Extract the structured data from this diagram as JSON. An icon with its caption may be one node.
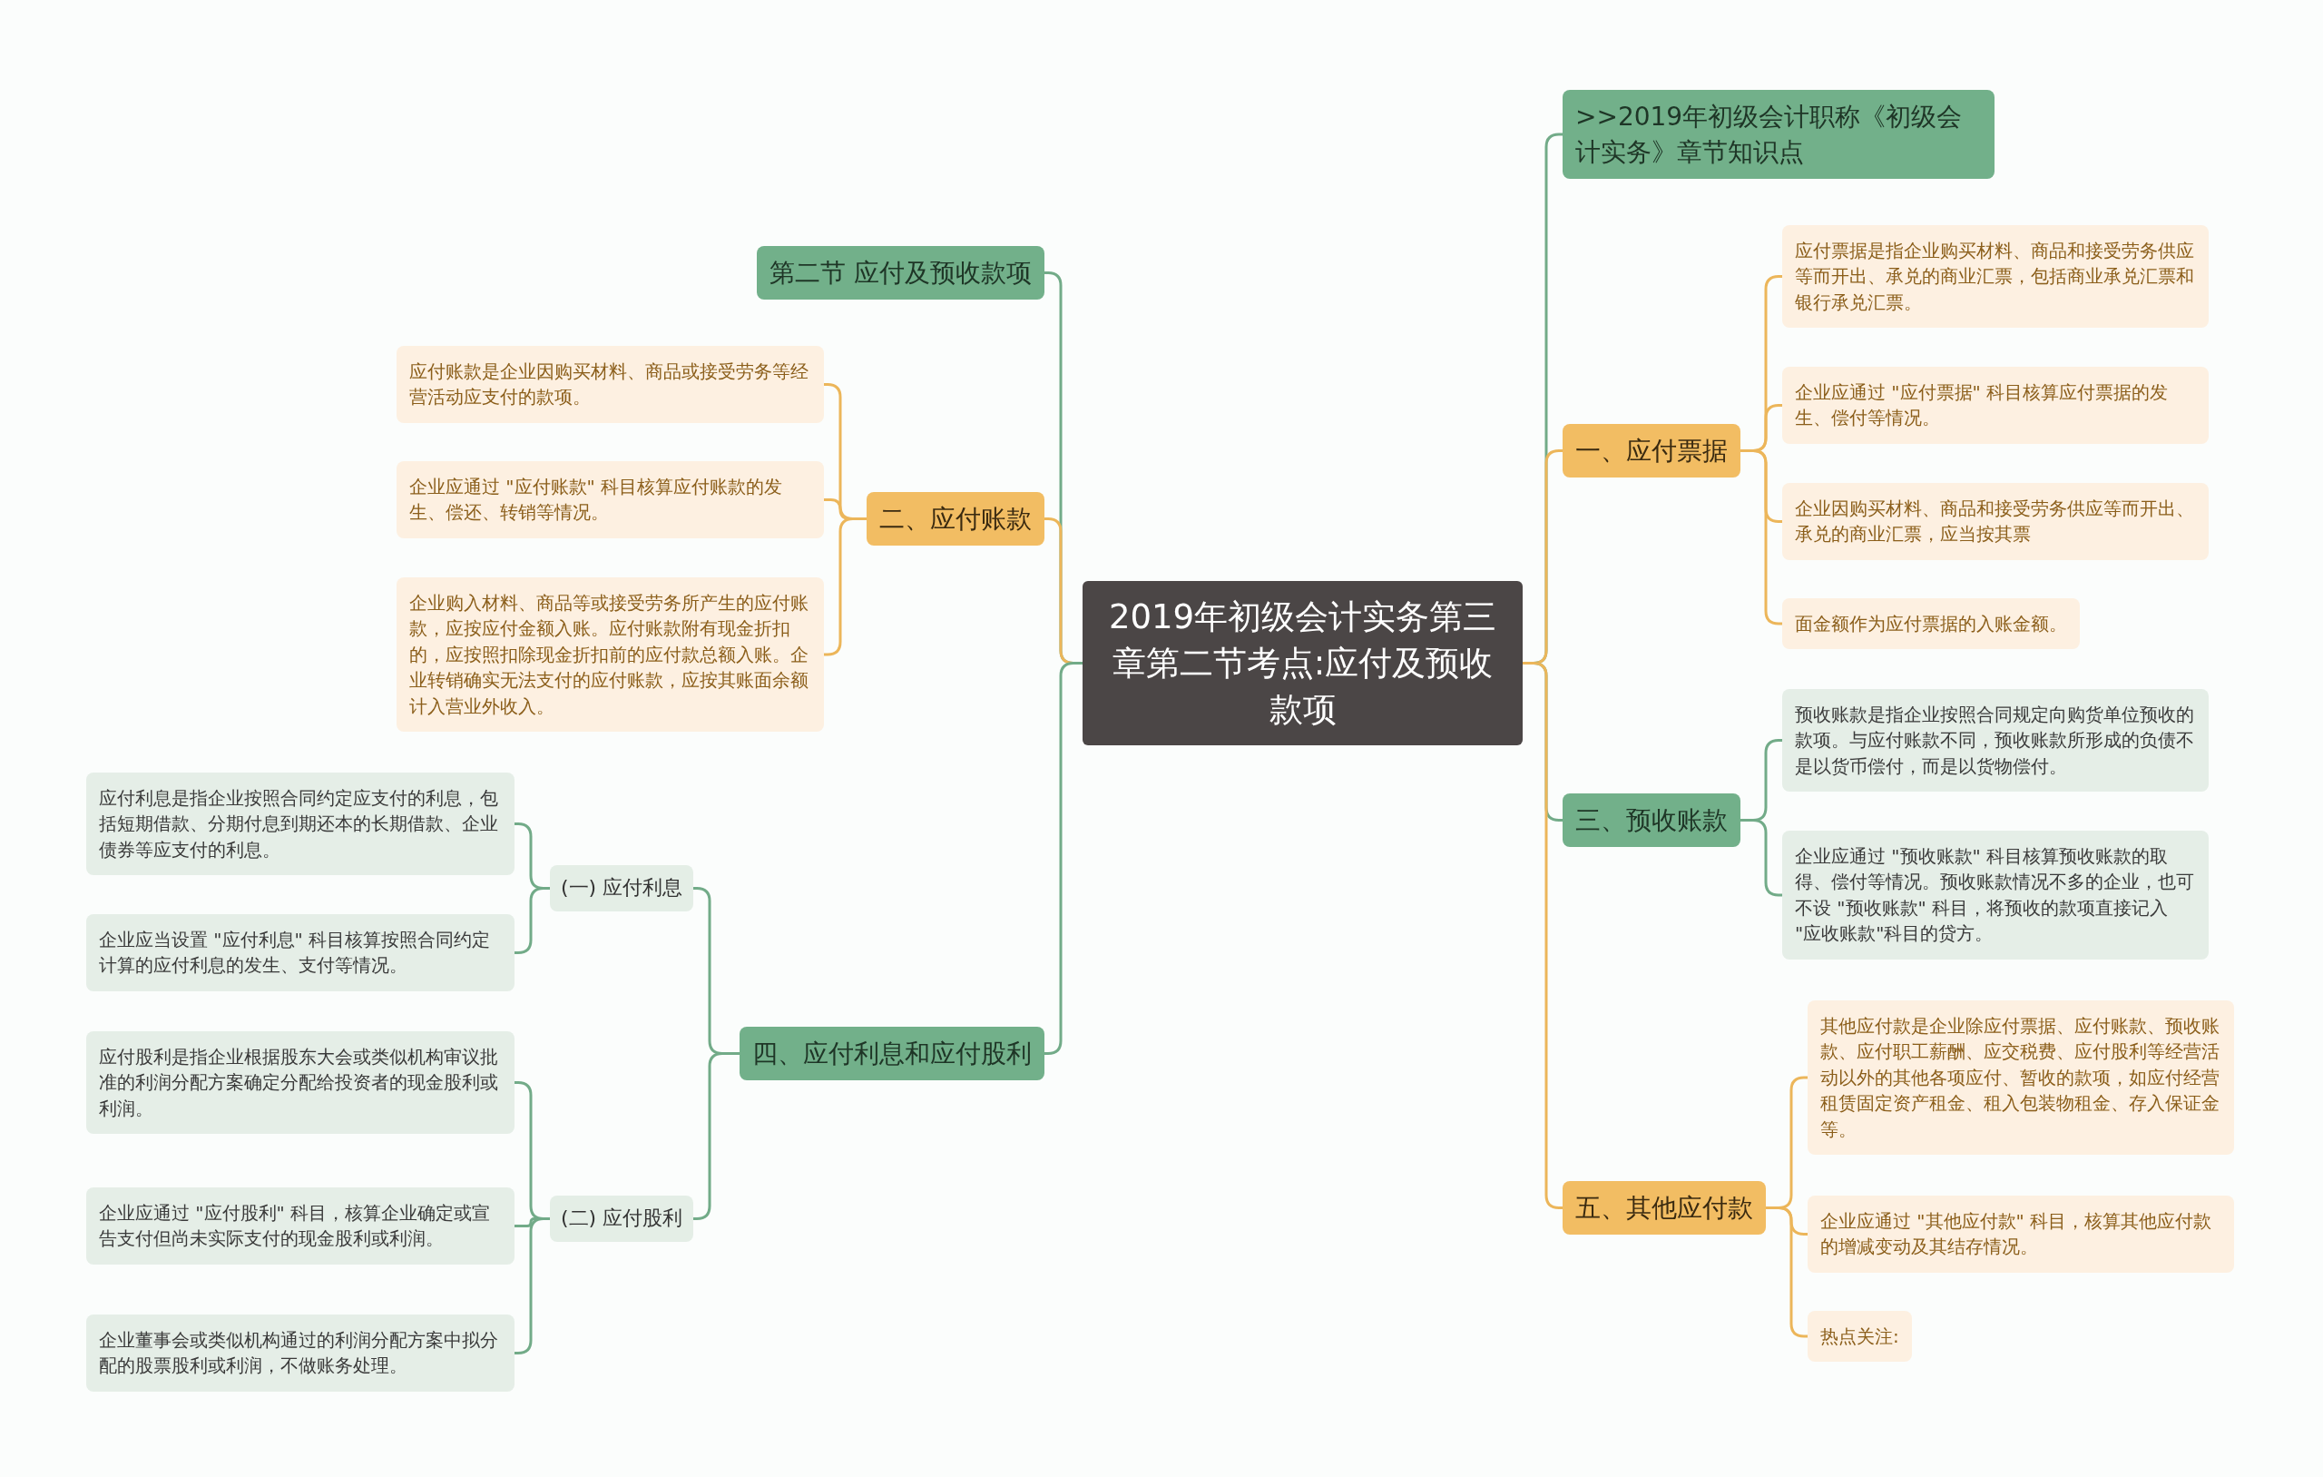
{
  "diagram": {
    "nodes": [
      {
        "text": [
          "2019年初级会计实务第三章第二节考点:应付及预收款项"
        ]
      },
      {
        "text": [
          "第二节 应付及预收款项"
        ]
      },
      {
        "text": [
          "二、应付账款"
        ]
      },
      {
        "text": [
          "应付账款是企业因购买材料、商品或接受劳务等经营活动应支付的款项。"
        ]
      },
      {
        "text": [
          "企业应通过 \"应付账款\" 科目核算应付账款的发生、偿还、转销等情况。"
        ]
      },
      {
        "text": [
          "企业购入材料、商品等或接受劳务所产生的应付账款，应按应付金额入账。应付账款附有现金折扣的，应按照扣除现金折扣前的应付款总额入账。企业转销确实无法支付的应付账款，应按其账面余额计入营业外收入。"
        ]
      },
      {
        "text": [
          "四、应付利息和应付股利"
        ]
      },
      {
        "text": [
          "(一) 应付利息"
        ]
      },
      {
        "text": [
          "应付利息是指企业按照合同约定应支付的利息，包括短期借款、分期付息到期还本的长期借款、企业债券等应支付的利息。"
        ]
      },
      {
        "text": [
          "企业应当设置 \"应付利息\" 科目核算按照合同约定计算的应付利息的发生、支付等情况。"
        ]
      },
      {
        "text": [
          "(二) 应付股利"
        ]
      },
      {
        "text": [
          "应付股利是指企业根据股东大会或类似机构审议批准的利润分配方案确定分配给投资者的现金股利或利润。"
        ]
      },
      {
        "text": [
          "企业应通过 \"应付股利\" 科目，核算企业确定或宣告支付但尚未实际支付的现金股利或利润。"
        ]
      },
      {
        "text": [
          "企业董事会或类似机构通过的利润分配方案中拟分配的股票股利或利润，不做账务处理。"
        ]
      },
      {
        "text": [
          ">>2019年初级会计职称《初级会计实务》章节知识点"
        ]
      },
      {
        "text": [
          "一、应付票据"
        ]
      },
      {
        "text": [
          "应付票据是指企业购买材料、商品和接受劳务供应等而开出、承兑的商业汇票，包括商业承兑汇票和银行承兑汇票。"
        ]
      },
      {
        "text": [
          "企业应通过 \"应付票据\" 科目核算应付票据的发生、偿付等情况。"
        ]
      },
      {
        "text": [
          "企业因购买材料、商品和接受劳务供应等而开出、承兑的商业汇票，应当按其票"
        ]
      },
      {
        "text": [
          "面金额作为应付票据的入账金额。"
        ]
      },
      {
        "text": [
          "三、预收账款"
        ]
      },
      {
        "text": [
          "预收账款是指企业按照合同规定向购货单位预收的款项。与应付账款不同，预收账款所形成的负债不是以货币偿付，而是以货物偿付。"
        ]
      },
      {
        "text": [
          "企业应通过 \"预收账款\" 科目核算预收账款的取得、偿付等情况。预收账款情况不多的企业，也可不设 \"预收账款\" 科目，将预收的款项直接记入 \"应收账款\"科目的贷方。"
        ]
      },
      {
        "text": [
          "五、其他应付款"
        ]
      },
      {
        "text": [
          "其他应付款是企业除应付票据、应付账款、预收账款、应付职工薪酬、应交税费、应付股利等经营活动以外的其他各项应付、暂收的款项，如应付经营租赁固定资产租金、租入包装物租金、存入保证金等。"
        ]
      },
      {
        "text": [
          "企业应通过 \"其他应付款\" 科目，核算其他应付款的增减变动及其结存情况。"
        ]
      },
      {
        "text": [
          "热点关注:"
        ]
      }
    ],
    "edges": [
      {
        "from": 0,
        "to": 1,
        "arrow": "none",
        "color": "#72ab88"
      },
      {
        "from": 0,
        "to": 2,
        "arrow": "none",
        "color": "#ecb65a"
      },
      {
        "from": 2,
        "to": 3,
        "arrow": "none",
        "color": "#ecb65a"
      },
      {
        "from": 2,
        "to": 4,
        "arrow": "none",
        "color": "#ecb65a"
      },
      {
        "from": 2,
        "to": 5,
        "arrow": "none",
        "color": "#ecb65a"
      },
      {
        "from": 0,
        "to": 6,
        "arrow": "none",
        "color": "#72ab88"
      },
      {
        "from": 6,
        "to": 7,
        "arrow": "none",
        "color": "#72ab88"
      },
      {
        "from": 7,
        "to": 8,
        "arrow": "none",
        "color": "#72ab88"
      },
      {
        "from": 7,
        "to": 9,
        "arrow": "none",
        "color": "#72ab88"
      },
      {
        "from": 6,
        "to": 10,
        "arrow": "none",
        "color": "#72ab88"
      },
      {
        "from": 10,
        "to": 11,
        "arrow": "none",
        "color": "#72ab88"
      },
      {
        "from": 10,
        "to": 12,
        "arrow": "none",
        "color": "#72ab88"
      },
      {
        "from": 10,
        "to": 13,
        "arrow": "none",
        "color": "#72ab88"
      },
      {
        "from": 0,
        "to": 14,
        "arrow": "none",
        "color": "#72ab88"
      },
      {
        "from": 0,
        "to": 15,
        "arrow": "none",
        "color": "#ecb65a"
      },
      {
        "from": 15,
        "to": 16,
        "arrow": "none",
        "color": "#ecb65a"
      },
      {
        "from": 15,
        "to": 17,
        "arrow": "none",
        "color": "#ecb65a"
      },
      {
        "from": 15,
        "to": 18,
        "arrow": "none",
        "color": "#ecb65a"
      },
      {
        "from": 15,
        "to": 19,
        "arrow": "none",
        "color": "#ecb65a"
      },
      {
        "from": 0,
        "to": 20,
        "arrow": "none",
        "color": "#72ab88"
      },
      {
        "from": 20,
        "to": 21,
        "arrow": "none",
        "color": "#72ab88"
      },
      {
        "from": 20,
        "to": 22,
        "arrow": "none",
        "color": "#72ab88"
      },
      {
        "from": 0,
        "to": 23,
        "arrow": "none",
        "color": "#ecb65a"
      },
      {
        "from": 23,
        "to": 24,
        "arrow": "none",
        "color": "#ecb65a"
      },
      {
        "from": 23,
        "to": 25,
        "arrow": "none",
        "color": "#ecb65a"
      },
      {
        "from": 23,
        "to": 26,
        "arrow": "none",
        "color": "#ecb65a"
      }
    ]
  }
}
